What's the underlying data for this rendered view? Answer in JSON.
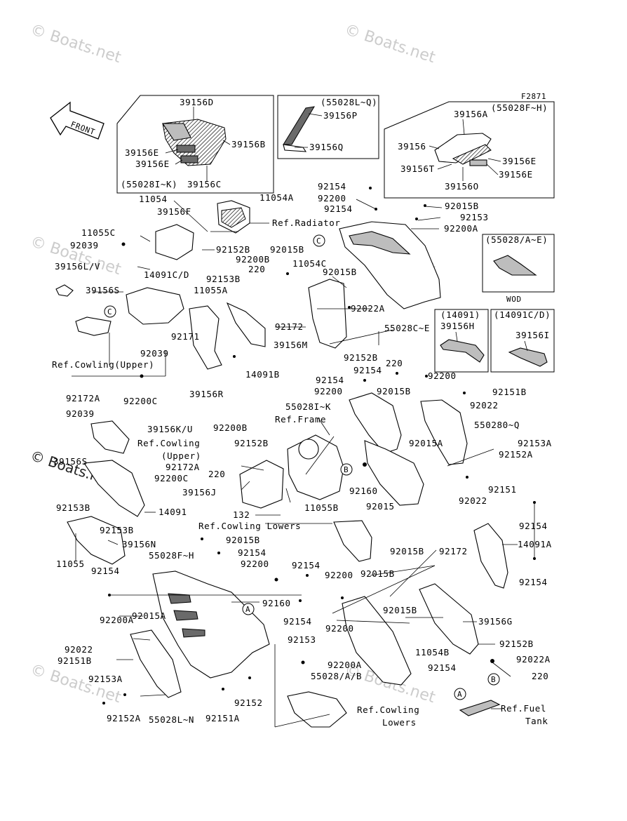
{
  "figure_code": "F2871",
  "front_label": "FRONT",
  "watermarks": [
    "© Boats.net",
    "© Boats.net",
    "© Boats.net",
    "© Boats.net",
    "© Boats.net",
    "© Boats.net",
    "© Boats.net"
  ],
  "boxes": {
    "box1": [
      "39156D",
      "39156B",
      "39156E",
      "39156E",
      "(55028I~K)",
      "39156C"
    ],
    "box2": [
      "(55028L~Q)",
      "39156P",
      "39156Q"
    ],
    "box3": [
      "39156A",
      "(55028F~H)",
      "39156",
      "39156E",
      "39156T",
      "39156E",
      "39156O"
    ],
    "box4": [
      "(55028/A~E)",
      "WOD"
    ],
    "box5": [
      "(14091)",
      "39156H"
    ],
    "box6": [
      "(14091C/D)",
      "39156I"
    ]
  },
  "callouts": [
    "A",
    "B",
    "C"
  ],
  "labels": [
    "92154",
    "92200",
    "92154",
    "92015B",
    "92153",
    "92200A",
    "11054",
    "11054A",
    "39156F",
    "Ref.Radiator",
    "11055C",
    "92039",
    "92152B",
    "92015B",
    "92200B",
    "220",
    "39156L/V",
    "14091C/D",
    "11054C",
    "92015B",
    "92153B",
    "39156S",
    "11055A",
    "92022A",
    "92172",
    "55028C~E",
    "92171",
    "39156M",
    "92152B",
    "92039",
    "Ref.Cowling(Upper)",
    "14091B",
    "220",
    "92154",
    "92200",
    "92154",
    "39156R",
    "92172A",
    "92200C",
    "92200",
    "92015B",
    "92151B",
    "55028I~K",
    "Ref.Frame",
    "92022",
    "92039",
    "39156K/U",
    "92200B",
    "Ref.Cowling",
    "(Upper)",
    "550280~Q",
    "92015A",
    "92153A",
    "92152B",
    "92152A",
    "39156S",
    "92172A",
    "220",
    "92200C",
    "92160",
    "92151",
    "39156J",
    "92153B",
    "14091",
    "92015",
    "92022",
    "132",
    "11055B",
    "92153B",
    "Ref.Cowling Lowers",
    "92154",
    "39156N",
    "92015B",
    "14091A",
    "11055",
    "55028F~H",
    "92154",
    "92200",
    "92154",
    "92015B",
    "92172",
    "92154",
    "92200",
    "92015B",
    "92160",
    "92154",
    "92200A",
    "92015A",
    "92200",
    "92015B",
    "39156G",
    "92154",
    "92022",
    "92153",
    "11054B",
    "92152B",
    "92151B",
    "92200A",
    "92022A",
    "92153A",
    "55028/A/B",
    "92154",
    "220",
    "92152",
    "92152A",
    "55028L~N",
    "92151A",
    "Ref.Cowling",
    "Lowers",
    "Ref.Fuel",
    "Tank"
  ]
}
